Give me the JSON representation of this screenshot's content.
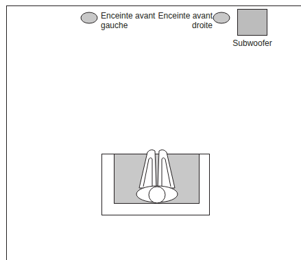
{
  "diagram": {
    "nodes": [
      {
        "text": [
          "Enceinte avant gauche"
        ]
      },
      {
        "text": [
          "Enceinte avant droite"
        ]
      },
      {
        "text": [
          "Subwoofer"
        ]
      }
    ]
  }
}
